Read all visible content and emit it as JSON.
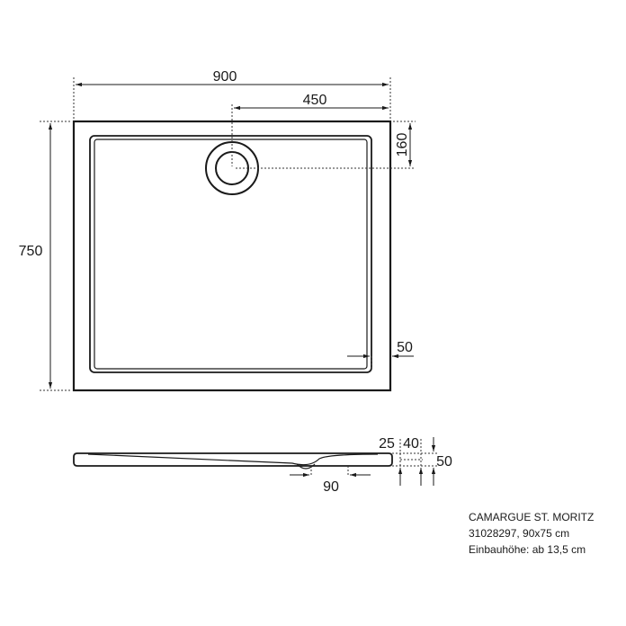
{
  "dimensions": {
    "width_total": "900",
    "drain_offset_x": "450",
    "drain_offset_y": "160",
    "depth_total": "750",
    "rim_width": "50",
    "profile_rim": "25",
    "profile_step": "40",
    "profile_height": "50",
    "profile_drain": "90"
  },
  "caption": {
    "product_name": "CAMARGUE ST. MORITZ",
    "article_size": "31028297, 90x75 cm",
    "install_height": "Einbauhöhe: ab 13,5 cm"
  }
}
